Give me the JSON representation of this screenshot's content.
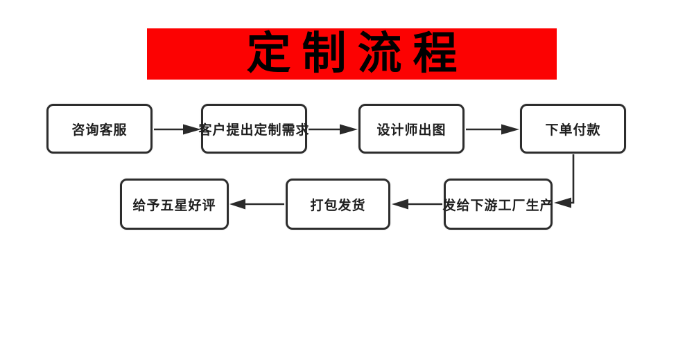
{
  "banner": {
    "label": "定制流程",
    "bg_color": "#fc0202",
    "text_color": "#000000"
  },
  "diagram": {
    "type": "flowchart",
    "direction": "top row left-to-right, then down, bottom row right-to-left",
    "line_color": "#2a2a2a",
    "node_border_color": "#2d2d2d",
    "node_fill": "#ffffff"
  },
  "nodes": [
    {
      "id": "n1",
      "label": "咨询客服"
    },
    {
      "id": "n2",
      "label": "客户提出定制需求"
    },
    {
      "id": "n3",
      "label": "设计师出图"
    },
    {
      "id": "n4",
      "label": "下单付款"
    },
    {
      "id": "n5",
      "label": "发给下游工厂生产"
    },
    {
      "id": "n6",
      "label": "打包发货"
    },
    {
      "id": "n7",
      "label": "给予五星好评"
    }
  ],
  "edges": [
    {
      "from": "n1",
      "to": "n2",
      "from_label": "咨询客服",
      "to_label": "客户提出定制需求"
    },
    {
      "from": "n2",
      "to": "n3",
      "from_label": "客户提出定制需求",
      "to_label": "设计师出图"
    },
    {
      "from": "n3",
      "to": "n4",
      "from_label": "设计师出图",
      "to_label": "下单付款"
    },
    {
      "from": "n4",
      "to": "n5",
      "from_label": "下单付款",
      "to_label": "发给下游工厂生产"
    },
    {
      "from": "n5",
      "to": "n6",
      "from_label": "发给下游工厂生产",
      "to_label": "打包发货"
    },
    {
      "from": "n6",
      "to": "n7",
      "from_label": "打包发货",
      "to_label": "给予五星好评"
    }
  ]
}
